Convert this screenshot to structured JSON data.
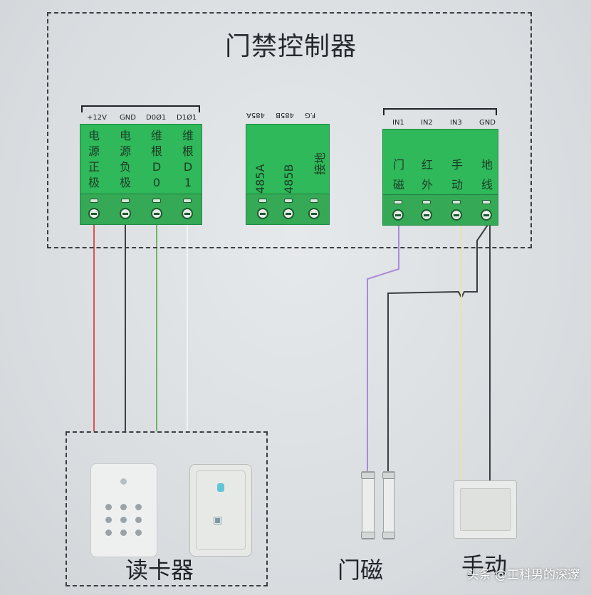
{
  "controller": {
    "title": "门禁控制器",
    "left_block": {
      "pins": [
        "+12V",
        "GND",
        "D0Ø1",
        "D1Ø1"
      ],
      "labels": [
        "电源正极",
        "电源负极",
        "维根D0",
        "维根D1"
      ]
    },
    "middle_block": {
      "pins": [
        "485A",
        "485B",
        "F.G"
      ],
      "labels": [
        "485A",
        "485B",
        "接地"
      ]
    },
    "right_block": {
      "pins": [
        "IN1",
        "IN2",
        "IN3",
        "GND"
      ],
      "labels": [
        "门磁",
        "红外",
        "手动",
        "地线"
      ]
    }
  },
  "devices": {
    "reader": "读卡器",
    "door_sensor": "门磁",
    "manual": "手动"
  },
  "watermark": "头条 @工科男的深邃",
  "colors": {
    "terminal_green": "#2fb95a",
    "wire_red": "#d85454",
    "wire_black": "#3b3e42",
    "wire_green": "#6fb56a",
    "wire_white": "#f2f2ee",
    "wire_purple": "#a88ad8",
    "wire_yellow": "#e8e4a8"
  }
}
